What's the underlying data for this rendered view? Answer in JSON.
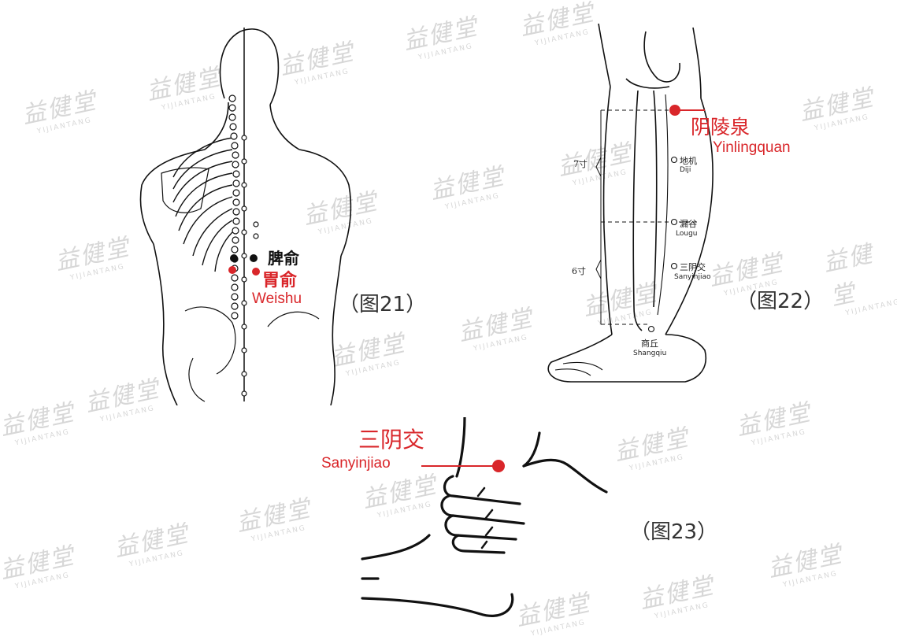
{
  "watermark": {
    "cn": "益健堂",
    "en": "YIJIANTANG"
  },
  "figure21": {
    "caption": "（图21）",
    "labels": {
      "pishu": "脾俞",
      "weishu_cn": "胃俞",
      "weishu_en": "Weishu"
    }
  },
  "figure22": {
    "caption": "（图22）",
    "labels": {
      "yinlingquan_cn": "阴陵泉",
      "yinlingquan_en": "Yinlingquan",
      "diji_cn": "地机",
      "diji_en": "Diji",
      "lougu_cn": "漏谷",
      "lougu_en": "Lougu",
      "sanyinjiao_cn": "三阴交",
      "sanyinjiao_en": "Sanyinjiao",
      "shangqiu_cn": "商丘",
      "shangqiu_en": "Shangqiu",
      "cun7": "7寸",
      "cun6": "6寸"
    }
  },
  "figure23": {
    "caption": "（图23）",
    "labels": {
      "sanyinjiao_cn": "三阴交",
      "sanyinjiao_en": "Sanyinjiao"
    }
  },
  "colors": {
    "acupoint": "#d9262a",
    "line": "#111111"
  }
}
